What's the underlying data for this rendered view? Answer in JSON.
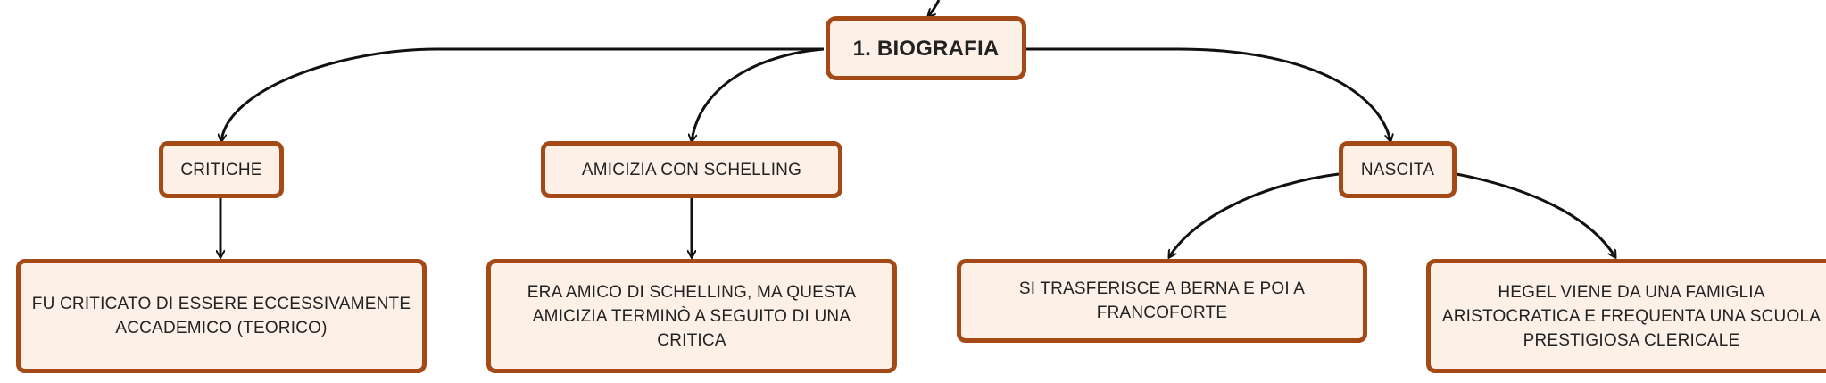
{
  "diagram": {
    "root": {
      "label": "1. BIOGRAFIA"
    },
    "nodes": {
      "critiche": {
        "label": "CRITICHE"
      },
      "amicizia": {
        "label": "AMICIZIA CON SCHELLING"
      },
      "nascita": {
        "label": "NASCITA"
      },
      "critiche_detail": {
        "label": "FU CRITICATO DI ESSERE ECCESSIVAMENTE ACCADEMICO (TEORICO)"
      },
      "amicizia_detail": {
        "label": "ERA AMICO DI SCHELLING, MA QUESTA AMICIZIA TERMINÒ A SEGUITO DI UNA CRITICA"
      },
      "berna": {
        "label": "SI TRASFERISCE A BERNA E POI A FRANCOFORTE"
      },
      "famiglia": {
        "label": "HEGEL VIENE DA UNA FAMIGLIA ARISTOCRATICA E FREQUENTA UNA SCUOLA PRESTIGIOSA CLERICALE"
      }
    },
    "colors": {
      "border": "#a34a17",
      "fill": "#fdf0e7",
      "edge": "#111111"
    }
  }
}
